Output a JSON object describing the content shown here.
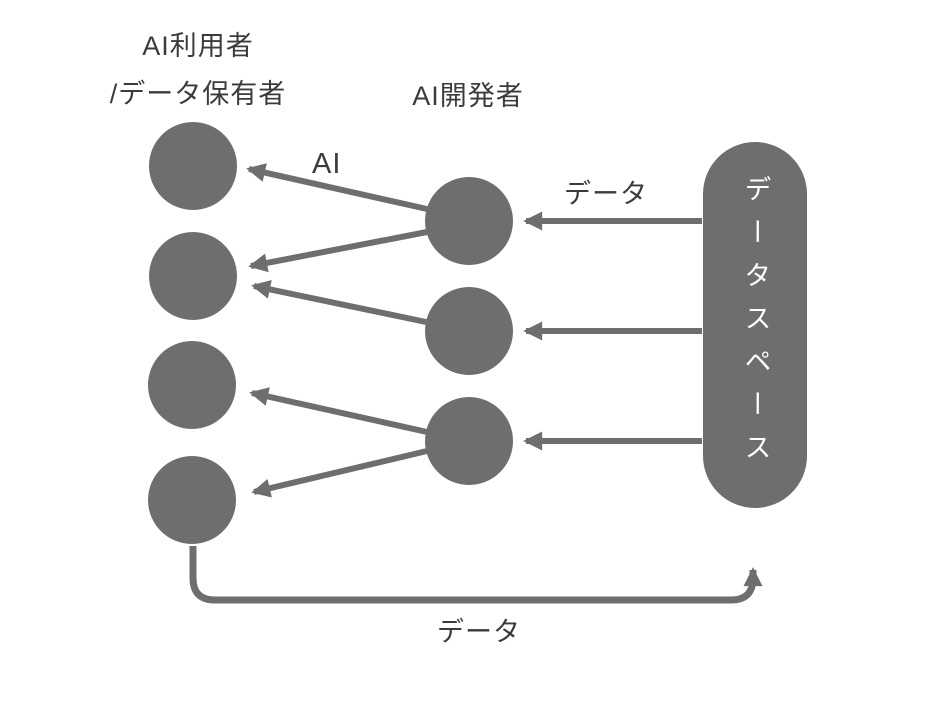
{
  "diagram": {
    "left_group": {
      "header_line1": "AI利用者",
      "header_line2": "/データ保有者",
      "node_count": 4
    },
    "middle_group": {
      "header": "AI開発者",
      "node_count": 3
    },
    "dataspace": {
      "label": "データスペース"
    },
    "edge_labels": {
      "ai": "AI",
      "data_top": "データ",
      "data_bottom": "データ"
    },
    "edges": [
      {
        "from": "ai-developer-1",
        "to": "ai-user-1",
        "label": "AI"
      },
      {
        "from": "ai-developer-1",
        "to": "ai-user-2",
        "label": ""
      },
      {
        "from": "ai-developer-2",
        "to": "ai-user-2",
        "label": ""
      },
      {
        "from": "ai-developer-3",
        "to": "ai-user-3",
        "label": ""
      },
      {
        "from": "ai-developer-3",
        "to": "ai-user-4",
        "label": ""
      },
      {
        "from": "dataspace",
        "to": "ai-developer-1",
        "label": "データ"
      },
      {
        "from": "dataspace",
        "to": "ai-developer-2",
        "label": ""
      },
      {
        "from": "dataspace",
        "to": "ai-developer-3",
        "label": ""
      },
      {
        "from": "ai-users",
        "to": "dataspace",
        "label": "データ"
      }
    ],
    "colors": {
      "shape_gray": "#6F6E6E",
      "text_dark": "#3B3B3B",
      "dataspace_text": "#FFFFFF",
      "background": "#FFFFFF"
    }
  }
}
